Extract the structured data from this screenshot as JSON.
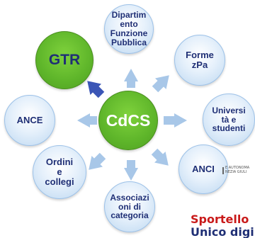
{
  "diagram": {
    "center": {
      "label": "CdCS"
    },
    "gtr": {
      "label": "GTR"
    },
    "nodes": {
      "dipartimento": {
        "label": "Dipartim\nento\nFunzione\nPubblica"
      },
      "formez": {
        "label": "Forme\nzPa"
      },
      "universita": {
        "label": "Universi\ntà e\nstudenti"
      },
      "anci": {
        "label": "ANCI"
      },
      "associazioni": {
        "label": "Associazi\noni di\ncategoria"
      },
      "ordini": {
        "label": "Ordini\ne\ncollegi"
      },
      "ance": {
        "label": "ANCE"
      }
    }
  },
  "branding": {
    "logo_small": "E AUTONOMA\nNEZIA GIULI",
    "logo_line1": "Sportello",
    "logo_line2": "Unico digi"
  },
  "colors": {
    "green": "#5eb52a",
    "navy_text": "#1f2f75",
    "circle_fill": "#e5f0fb",
    "arrow": "#a8c7e8",
    "highlight_arrow": "#3b56b6",
    "logo_red": "#c91a1a"
  }
}
